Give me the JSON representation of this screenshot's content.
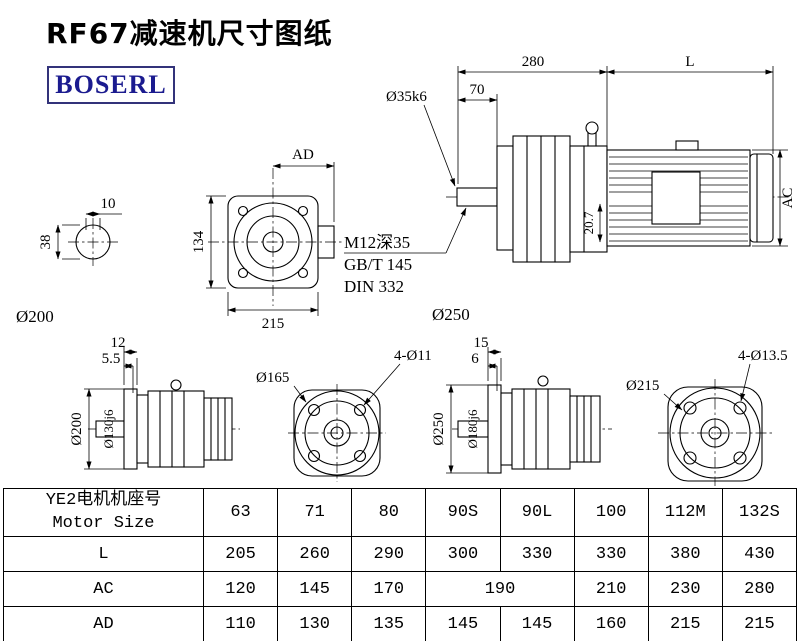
{
  "page": {
    "title": "RF67减速机尺寸图纸",
    "logo_text": "BOSERL"
  },
  "drawing": {
    "top_left": {
      "dim_width": "10",
      "dim_height": "38",
      "label_dia": "Ø200"
    },
    "front_view": {
      "dim_ad": "AD",
      "dim_height": "134",
      "dim_width": "215"
    },
    "side_view": {
      "dim_280": "280",
      "dim_l": "L",
      "dim_70": "70",
      "shaft": "Ø35k6",
      "tap_line1": "M12深35",
      "tap_line2": "GB/T 145",
      "tap_line3": "DIN 332",
      "dim_207": "20.7",
      "dim_ac": "AC",
      "label_dia": "Ø250"
    },
    "flange_view_a": {
      "dim_12": "12",
      "dim_55": "5.5",
      "dia_outer": "Ø200",
      "dia_spigot": "Ø130j6"
    },
    "flange_face_a": {
      "holes": "4-Ø11",
      "dia": "Ø165"
    },
    "flange_view_b": {
      "dim_15": "15",
      "dim_6": "6",
      "dia_outer": "Ø250",
      "dia_spigot": "Ø180j6"
    },
    "flange_face_b": {
      "holes": "4-Ø13.5",
      "dia": "Ø215"
    }
  },
  "table": {
    "header": {
      "line1": "YE2电机机座号",
      "line2": "Motor Size"
    },
    "sizes": [
      "63",
      "71",
      "80",
      "90S",
      "90L",
      "100",
      "112M",
      "132S"
    ],
    "rows": {
      "l": {
        "label": "L",
        "values": [
          "205",
          "260",
          "290",
          "300",
          "330",
          "330",
          "380",
          "430"
        ]
      },
      "ac": {
        "label": "AC",
        "values": [
          "120",
          "145",
          "170",
          "190",
          "210",
          "230",
          "280"
        ]
      },
      "ad": {
        "label": "AD",
        "values": [
          "110",
          "130",
          "135",
          "145",
          "145",
          "160",
          "215",
          "215"
        ]
      }
    }
  }
}
